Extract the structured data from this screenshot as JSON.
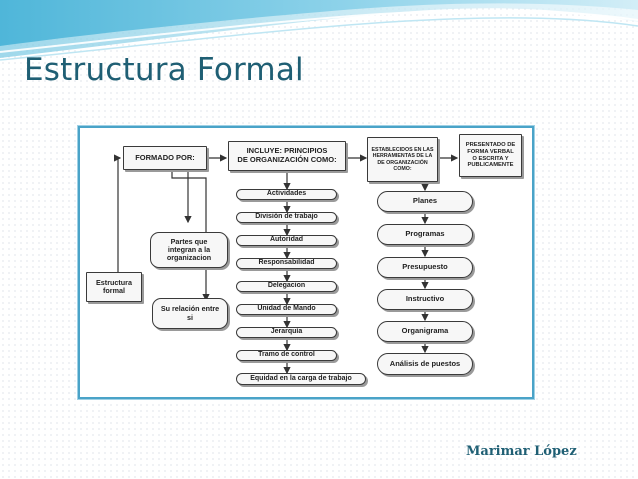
{
  "slide": {
    "title": "Estructura Formal",
    "author": "Marimar López"
  },
  "diagram": {
    "formado_por": "FORMADO POR:",
    "incluye": [
      "INCLUYE: PRINCIPIOS",
      "DE ORGANIZACIÓN COMO:"
    ],
    "establecidos": [
      "ESTABLECIDOS EN LAS",
      "HERRAMIENTAS DE LA",
      "DE ORGANIZACIÓN",
      "COMO:"
    ],
    "presentado": [
      "PRESENTADO DE",
      "FORMA VERBAL",
      "O ESCRITA Y",
      "PUBLICAMENTE"
    ],
    "partes": [
      "Partes que",
      "integran a la",
      "organizacion"
    ],
    "relacion": [
      "Su relación entre",
      "si"
    ],
    "estructura": [
      "Estructura",
      "formal"
    ],
    "principios": [
      "Actividades",
      "División de trabajo",
      "Autoridad",
      "Responsabilidad",
      "Delegacion",
      "Unidad de Mando",
      "Jerarquía",
      "Tramo de control",
      "Equidad en la carga de trabajo"
    ],
    "herramientas": [
      "Planes",
      "Programas",
      "Presupuesto",
      "Instructivo",
      "Organigrama",
      "Análisis de puestos"
    ]
  },
  "colors": {
    "title": "#1f5f74",
    "frame_border": "#4aa3c8"
  }
}
